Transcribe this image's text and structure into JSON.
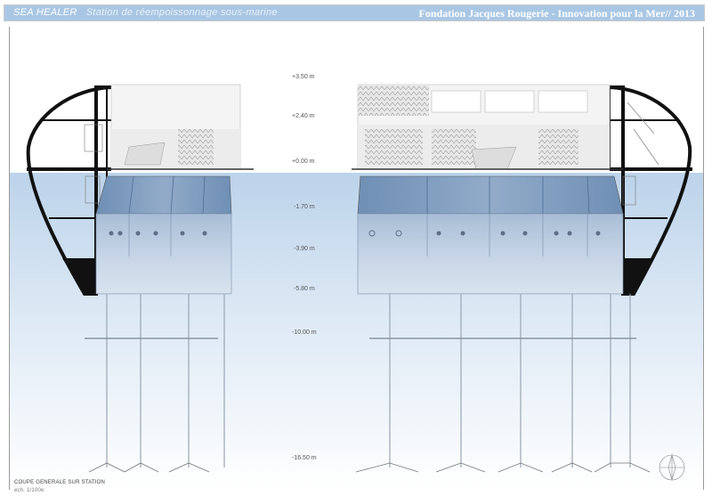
{
  "header": {
    "project_title": "SEA HEALER",
    "project_subtitle": "Station de réempoissonnage sous-marine",
    "firm": "Fondation Jacques Rougerie - Innovation pour la Mer// 2013"
  },
  "levels": [
    "+3.50 m",
    "+2.40 m",
    "+0.00 m",
    "-1.70 m",
    "-3.90 m",
    "-5.80 m",
    "-10.00 m",
    "-16.50 m"
  ],
  "caption": {
    "title": "COUPE GENERALE SUR STATION",
    "scale": "ech. 1/100e"
  },
  "colors": {
    "header_bg": "#a9c7e4",
    "water_top": "#c9dcef",
    "water_bottom": "#ffffff",
    "hull": "#111111",
    "module_glass": "#c6d6e8"
  }
}
